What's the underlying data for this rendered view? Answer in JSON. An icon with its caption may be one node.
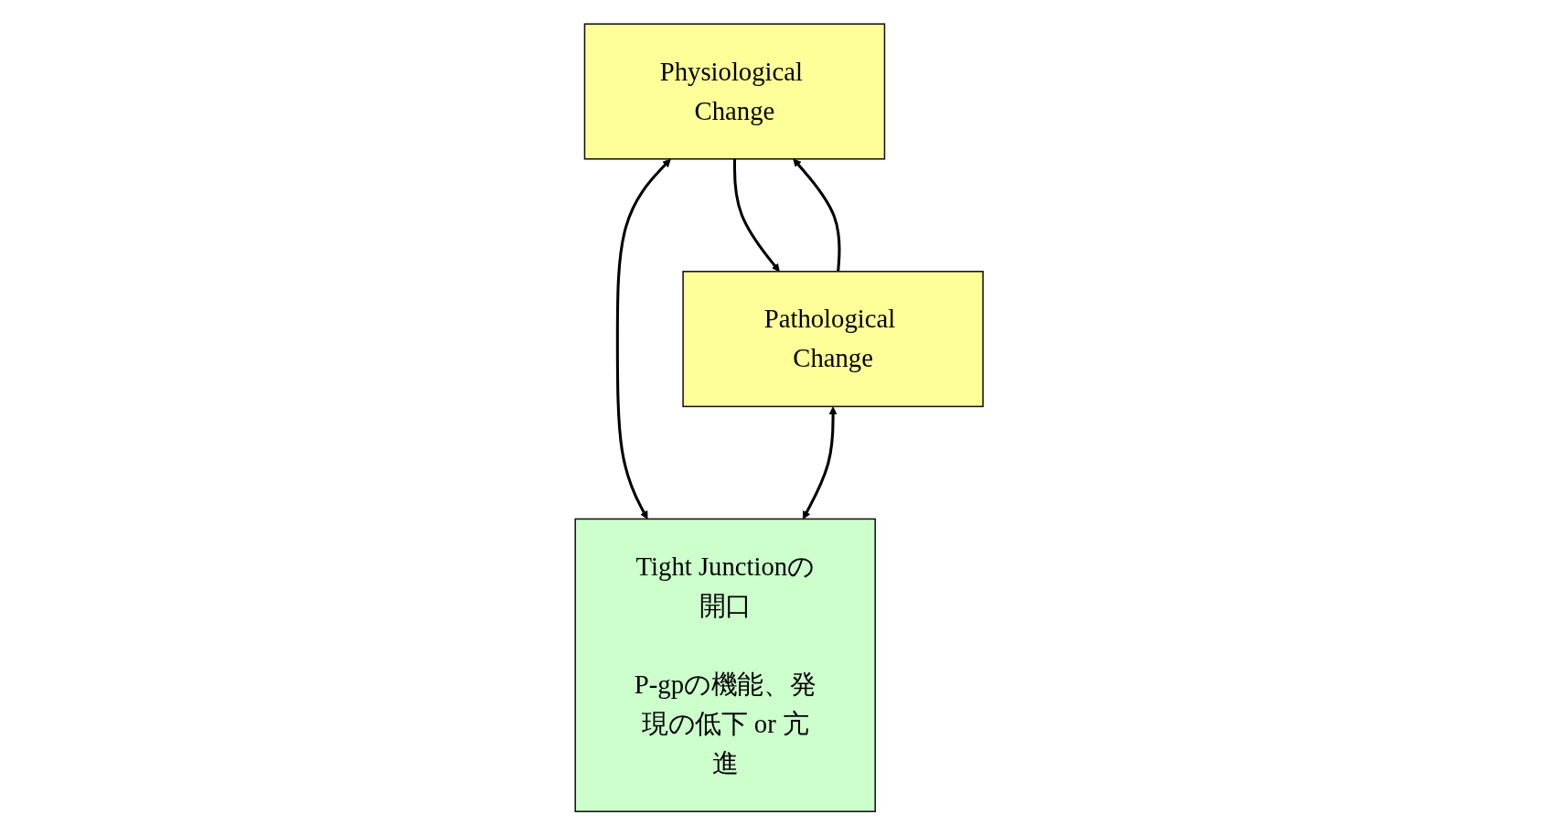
{
  "diagram": {
    "nodes": [
      {
        "text": [
          "Physiological Change"
        ]
      },
      {
        "text": [
          "Pathological Change"
        ]
      },
      {
        "text": [
          "Tight Junctionの開口",
          "P-gpの機能、発現の低下 or 亢進"
        ]
      }
    ],
    "edges": [
      {
        "from": 0,
        "to": 1,
        "arrow": "to"
      },
      {
        "from": 1,
        "to": 0,
        "arrow": "to"
      },
      {
        "from": 0,
        "to": 2,
        "arrow": "both"
      },
      {
        "from": 1,
        "to": 2,
        "arrow": "both"
      }
    ]
  }
}
